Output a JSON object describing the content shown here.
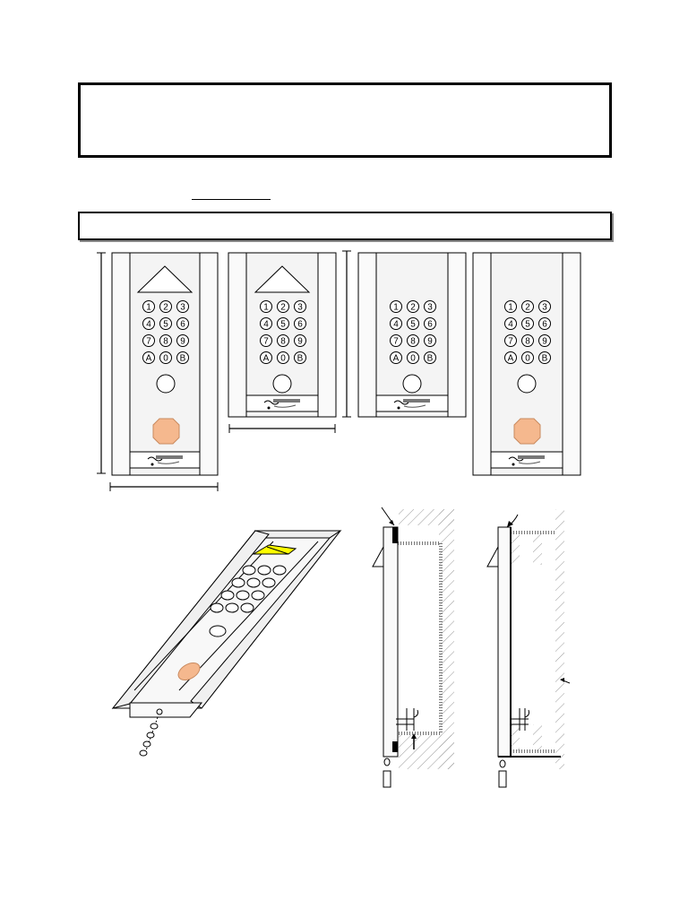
{
  "panels": [
    {
      "id": "panel-1",
      "keys": [
        "1",
        "2",
        "3",
        "4",
        "5",
        "6",
        "7",
        "8",
        "9",
        "A",
        "0",
        "B"
      ]
    },
    {
      "id": "panel-2",
      "keys": [
        "1",
        "2",
        "3",
        "4",
        "5",
        "6",
        "7",
        "8",
        "9",
        "A",
        "0",
        "B"
      ]
    },
    {
      "id": "panel-3",
      "keys": [
        "1",
        "2",
        "3",
        "4",
        "5",
        "6",
        "7",
        "8",
        "9",
        "A",
        "0",
        "B"
      ]
    },
    {
      "id": "panel-4",
      "keys": [
        "1",
        "2",
        "3",
        "4",
        "5",
        "6",
        "7",
        "8",
        "9",
        "A",
        "0",
        "B"
      ]
    }
  ],
  "colors": {
    "stroke": "#000000",
    "panel_fill": "#f4f4f4",
    "sensor_orange": "#f5b88e",
    "slot_yellow": "#ffff00",
    "hatch": "#9a9a9a"
  },
  "icons": [
    "arrow-triangle-icon",
    "logo-badge-icon",
    "reader-pad-icon",
    "hatch-wall-icon"
  ]
}
